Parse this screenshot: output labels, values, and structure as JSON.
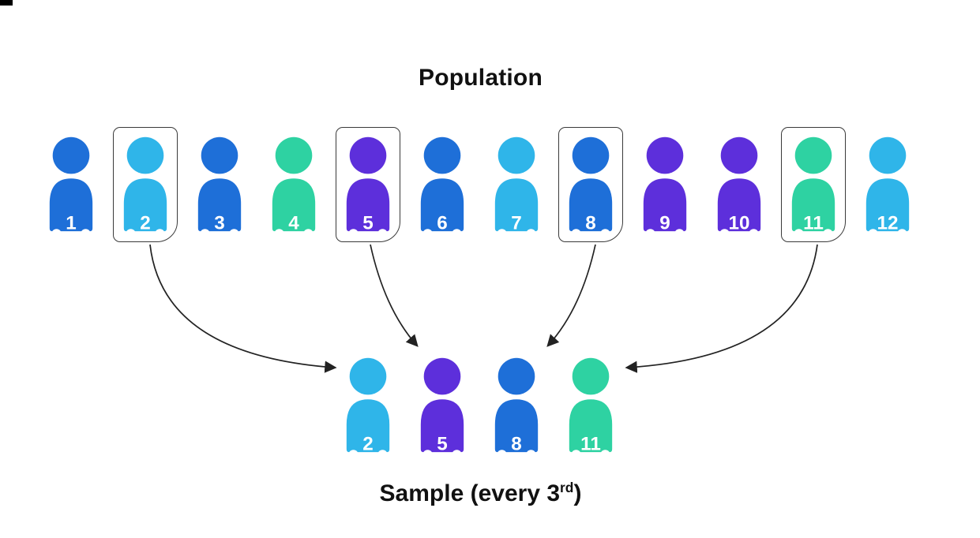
{
  "title": "Population",
  "sample_label": {
    "prefix": "Sample (every 3",
    "superscript": "rd",
    "suffix": ")"
  },
  "colors": {
    "blue": "#1e6fd8",
    "cyan": "#2fb5e9",
    "purple": "#5d2fdb",
    "green": "#2ed2a2",
    "box_outline": "#3a3a3a",
    "arrow": "#222222",
    "number_text": "#ffffff",
    "label_text": "#111111",
    "background": "#ffffff"
  },
  "population": [
    {
      "number": "1",
      "color": "blue",
      "selected": false
    },
    {
      "number": "2",
      "color": "cyan",
      "selected": true
    },
    {
      "number": "3",
      "color": "blue",
      "selected": false
    },
    {
      "number": "4",
      "color": "green",
      "selected": false
    },
    {
      "number": "5",
      "color": "purple",
      "selected": true
    },
    {
      "number": "6",
      "color": "blue",
      "selected": false
    },
    {
      "number": "7",
      "color": "cyan",
      "selected": false
    },
    {
      "number": "8",
      "color": "blue",
      "selected": true
    },
    {
      "number": "9",
      "color": "purple",
      "selected": false
    },
    {
      "number": "10",
      "color": "purple",
      "selected": false
    },
    {
      "number": "11",
      "color": "green",
      "selected": true
    },
    {
      "number": "12",
      "color": "cyan",
      "selected": false
    }
  ],
  "sample": [
    {
      "number": "2",
      "color": "cyan"
    },
    {
      "number": "5",
      "color": "purple"
    },
    {
      "number": "8",
      "color": "blue"
    },
    {
      "number": "11",
      "color": "green"
    }
  ]
}
